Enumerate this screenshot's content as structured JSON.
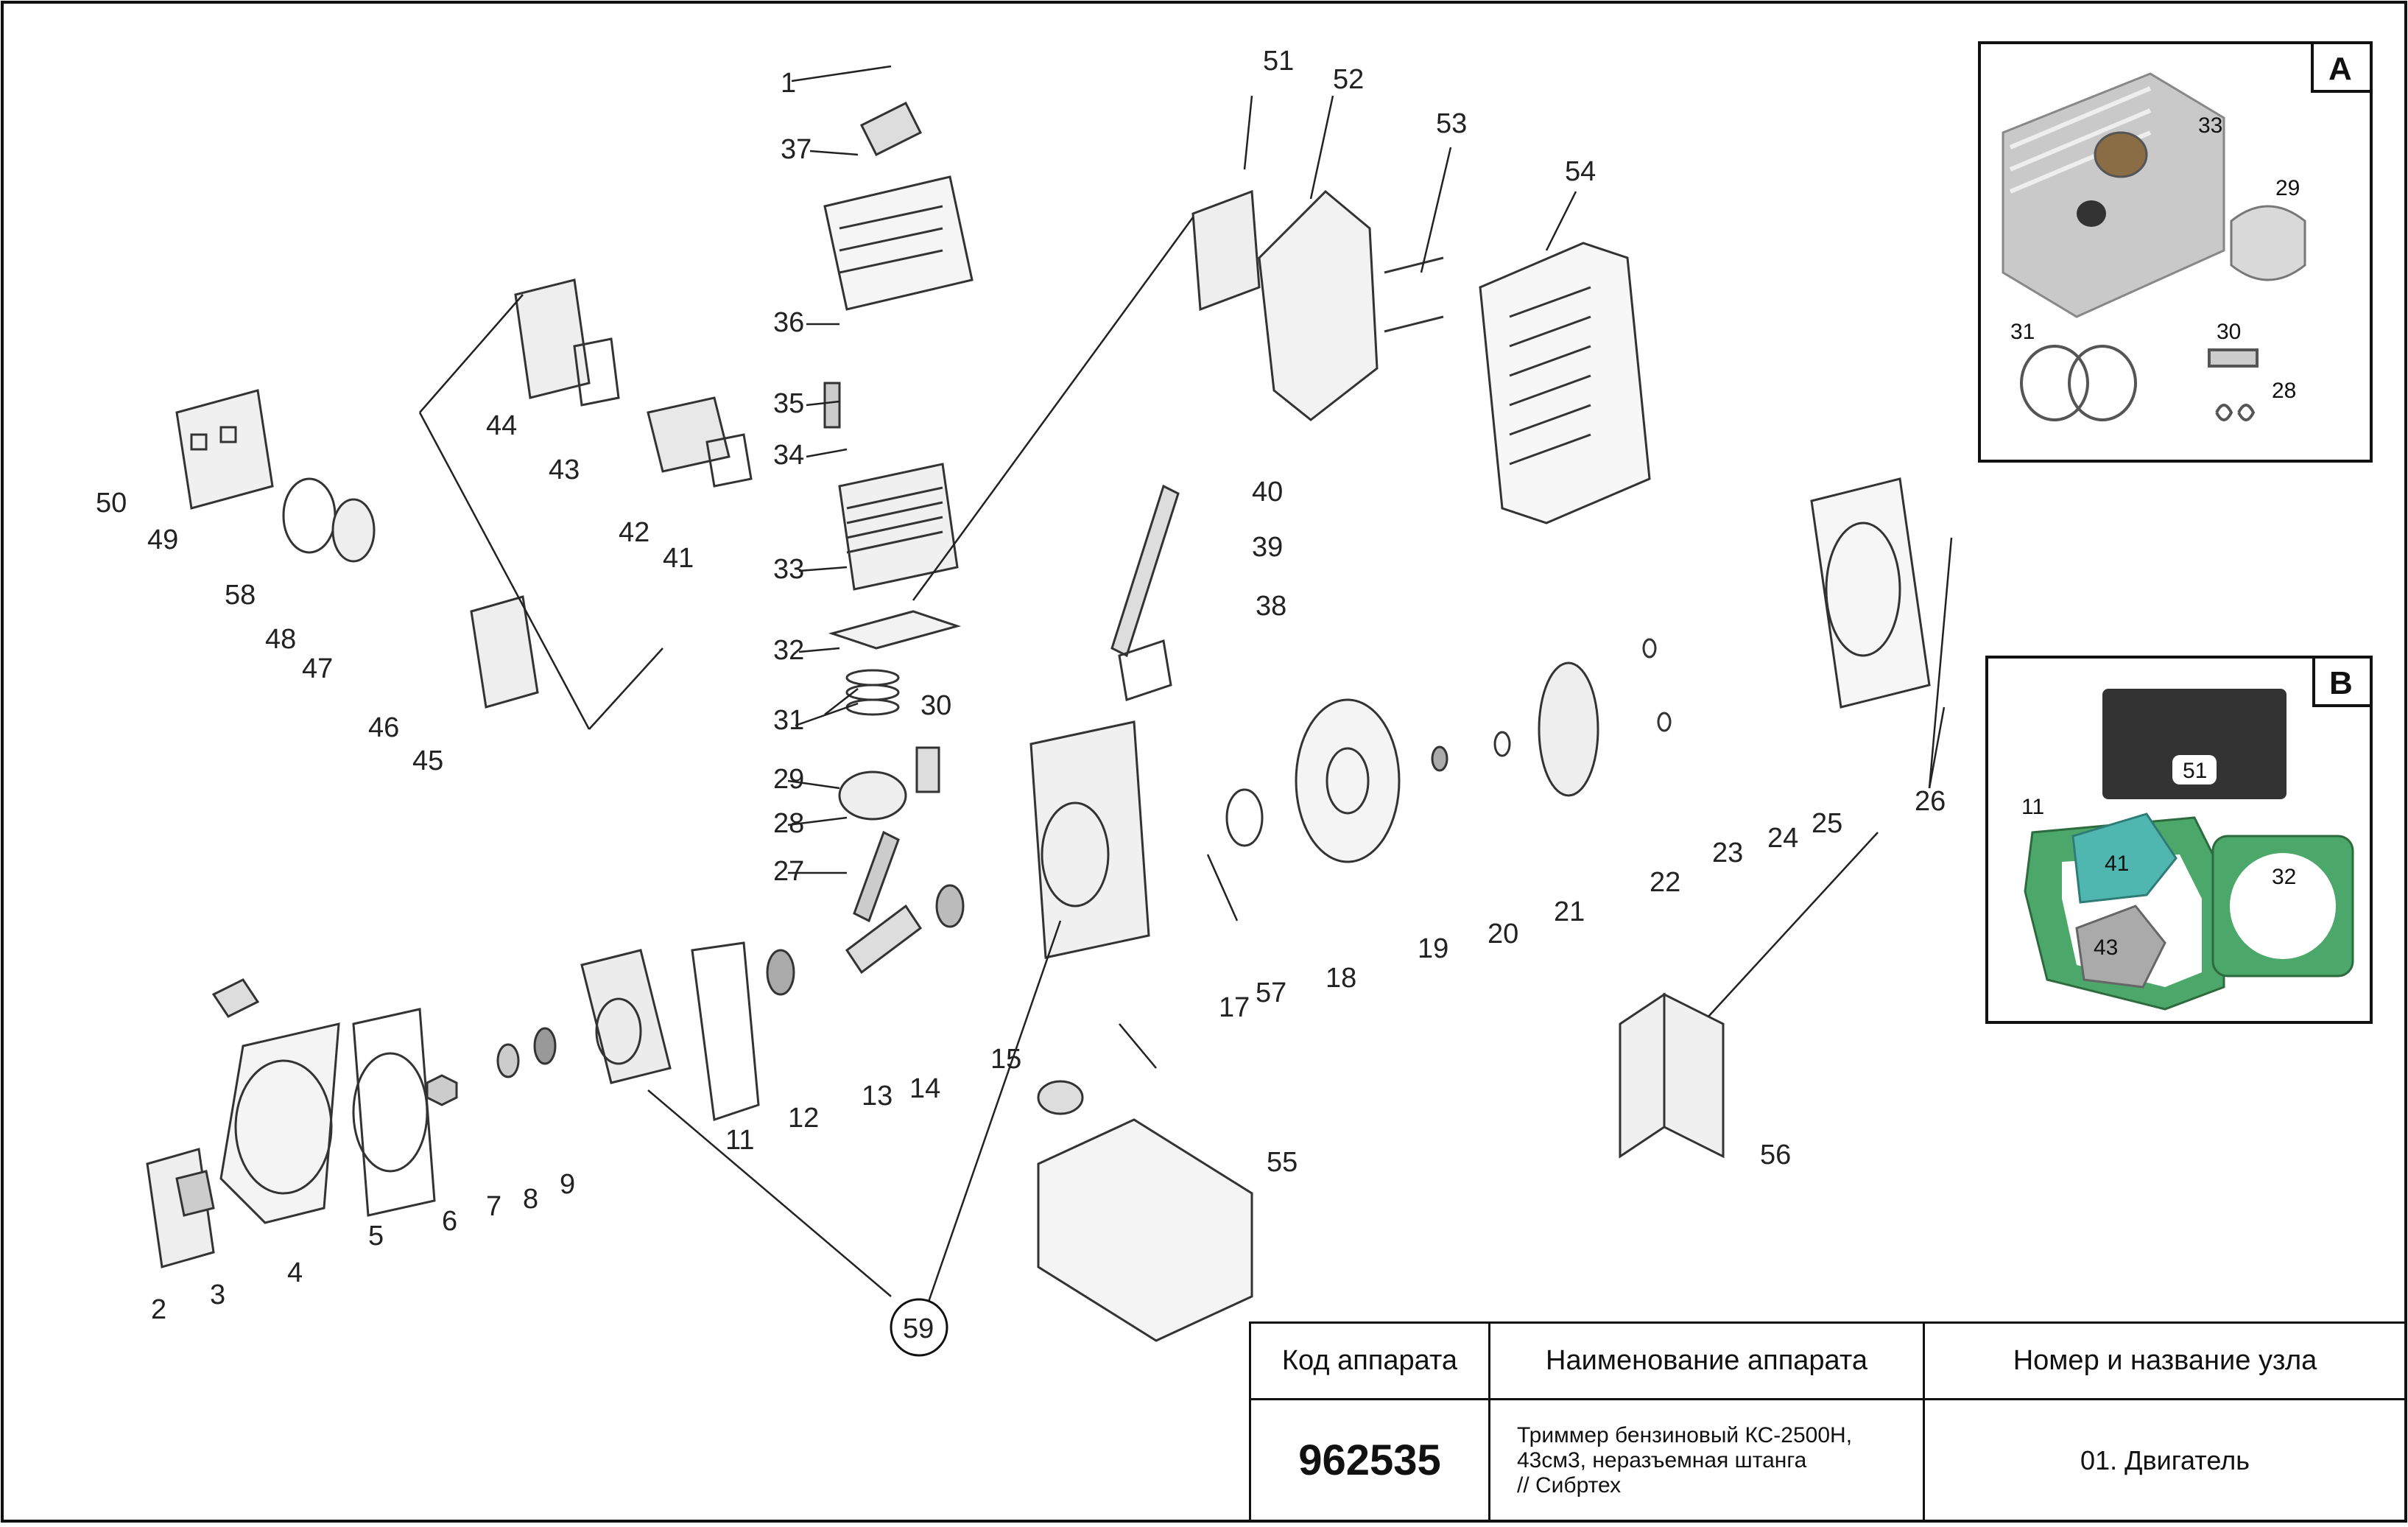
{
  "callouts": [
    "1",
    "2",
    "3",
    "4",
    "5",
    "6",
    "7",
    "8",
    "9",
    "11",
    "12",
    "13",
    "14",
    "15",
    "17",
    "18",
    "19",
    "20",
    "21",
    "22",
    "23",
    "24",
    "25",
    "26",
    "27",
    "28",
    "29",
    "30",
    "31",
    "32",
    "33",
    "34",
    "35",
    "36",
    "37",
    "38",
    "39",
    "40",
    "41",
    "42",
    "43",
    "44",
    "45",
    "46",
    "47",
    "48",
    "49",
    "50",
    "51",
    "52",
    "53",
    "54",
    "55",
    "56",
    "57",
    "58",
    "59"
  ],
  "inset_a": {
    "label": "A",
    "parts": [
      "33",
      "29",
      "31",
      "30",
      "28"
    ]
  },
  "inset_b": {
    "label": "B",
    "parts": [
      "51",
      "11",
      "41",
      "32",
      "43"
    ]
  },
  "table": {
    "col_code": "Код аппарата",
    "col_name": "Наименование аппарата",
    "col_unit": "Номер и название узла",
    "code": "962535",
    "name": "Триммер бензиновый КС-2500Н,\n43см3, неразъемная штанга\n // Сибртех",
    "unit": "01. Двигатель"
  }
}
